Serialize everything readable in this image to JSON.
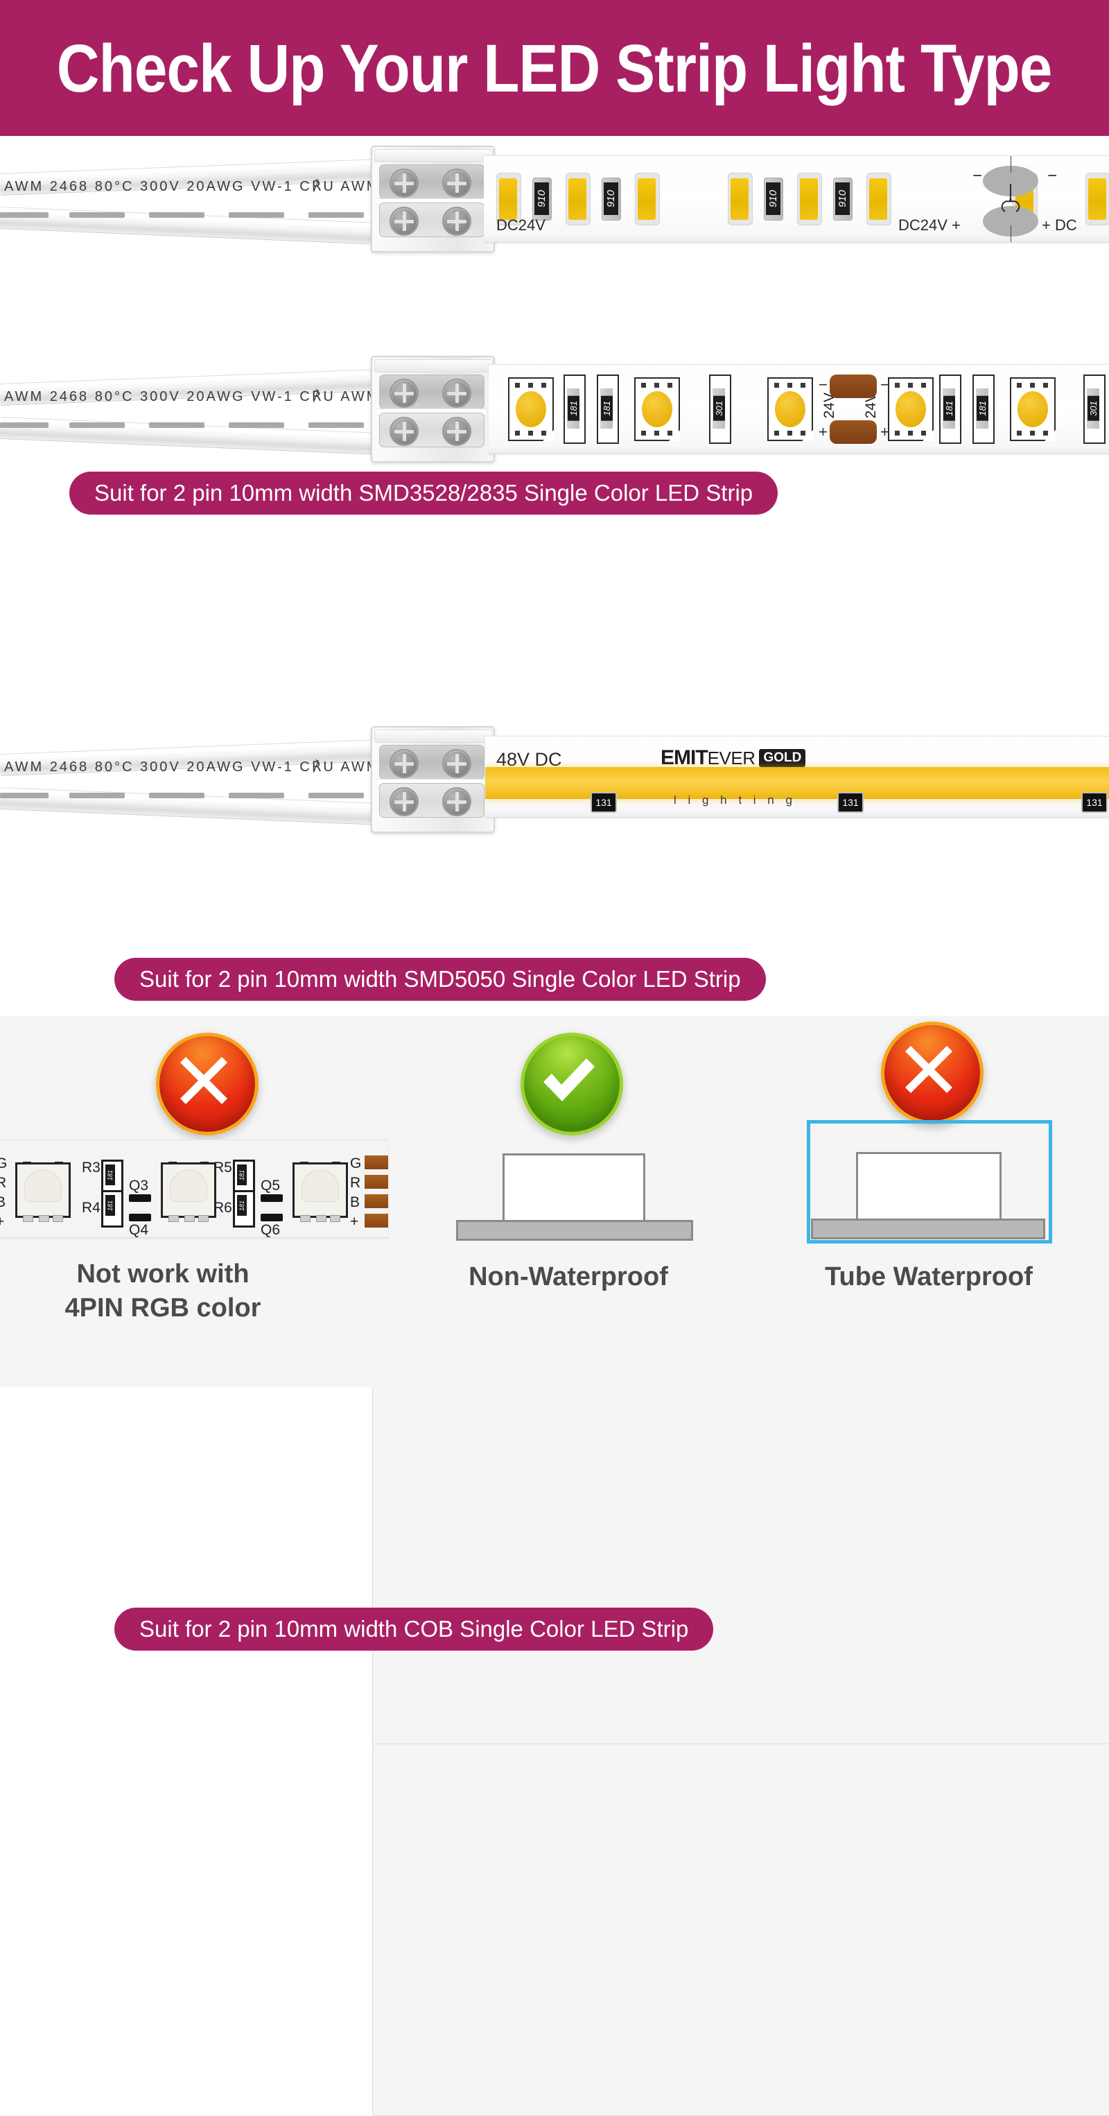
{
  "header": {
    "title": "Check Up Your LED Strip Light Type",
    "bg_color": "#A82062",
    "text_color": "#FFFFFF"
  },
  "sections": [
    {
      "id": "smd2835",
      "badge_label": "Suit for 2 pin 10mm width SMD3528/2835 Single Color LED Strip",
      "wire_text": "AWM  2468  80°C  300V  20AWG  VW-1  C℟U    AWM",
      "strip": {
        "voltage_left": "DC24V",
        "voltage_mid": "DC24V +",
        "voltage_right": "+ DC",
        "resistor_code": "910",
        "polarity_minus": "−",
        "led_color": "#EFBD12",
        "cut_mark_icon": "scissors-icon"
      }
    },
    {
      "id": "smd5050",
      "badge_label": "Suit for  2 pin 10mm width SMD5050 Single Color LED Strip",
      "wire_text": "AWM  2468  80°C  300V  20AWG  VW-1  C℟U    AWM",
      "strip": {
        "voltage_labels": [
          "24V",
          "24V",
          "24V"
        ],
        "resistor_codes": [
          "181",
          "181",
          "301",
          "181",
          "181",
          "301"
        ],
        "polarity_minus": "−",
        "polarity_plus": "+",
        "led_color": "#EDB81A",
        "pad_color": "#7D3F14"
      }
    },
    {
      "id": "cob",
      "badge_label": "Suit for  2 pin 10mm width COB Single Color LED Strip",
      "wire_text": "AWM  2468  80°C  300V  20AWG  VW-1  C℟U    AWM",
      "strip": {
        "voltage": "48V DC",
        "brand_primary": "EMIT",
        "brand_secondary": "EVER",
        "brand_badge": "GOLD",
        "sub_text": "l i g h t i n g",
        "resistor_code": "131",
        "cob_color": "#F6C62C"
      }
    }
  ],
  "bottom": {
    "bg_color": "#F5F5F5",
    "items": [
      {
        "icon": "red-cross-icon",
        "icon_type": "cross",
        "caption": "Not work with\n4PIN RGB color",
        "strip_labels_left": [
          "G",
          "R",
          "B",
          "+"
        ],
        "strip_labels_right": [
          "G",
          "R",
          "B",
          "+"
        ],
        "resistors": [
          "R3",
          "R4",
          "R5",
          "R6"
        ],
        "transistors": [
          "Q3",
          "Q4",
          "Q5",
          "Q6"
        ],
        "resistor_code": "181"
      },
      {
        "icon": "green-check-icon",
        "icon_type": "check",
        "caption": "Non-Waterproof"
      },
      {
        "icon": "red-cross-icon",
        "icon_type": "cross",
        "caption": "Tube Waterproof",
        "tube_color": "#3BB4E8"
      }
    ]
  }
}
